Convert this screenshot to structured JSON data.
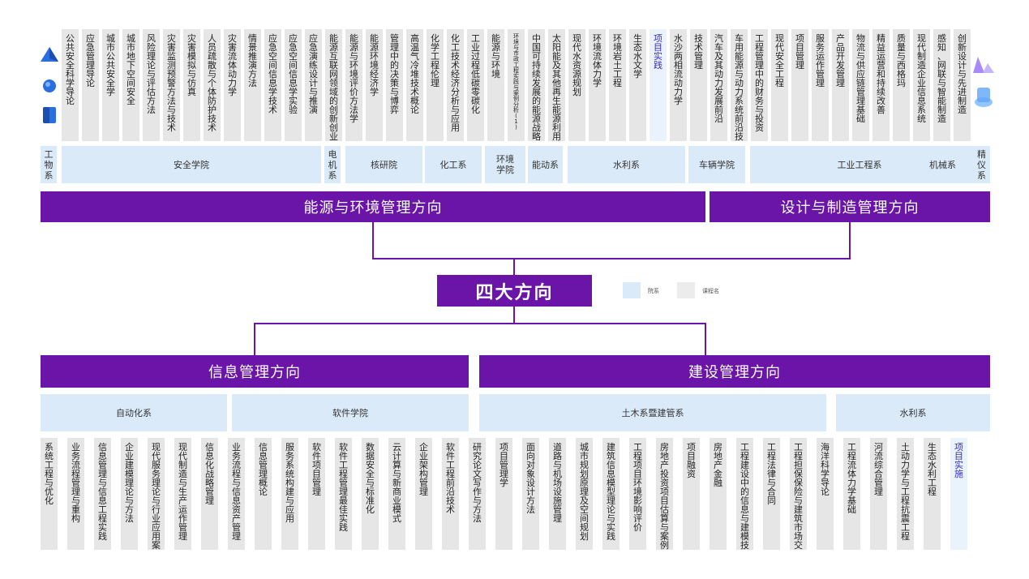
{
  "title": "四大方向",
  "legend": [
    {
      "label": "院系",
      "color": "#dbeaf8"
    },
    {
      "label": "课程名",
      "color": "#ececec"
    }
  ],
  "directions": {
    "energy": "能源与环境管理方向",
    "design": "设计与制造管理方向",
    "info": "信息管理方向",
    "construction": "建设管理方向"
  },
  "top_departments": [
    "工物系",
    "安全学院",
    "电机系",
    "核研院",
    "化工系",
    "环境学院",
    "能动系",
    "水利系",
    "车辆学院",
    "工业工程系",
    "机械系",
    "精仪系"
  ],
  "bottom_departments": [
    "自动化系",
    "软件学院",
    "土木系暨建管系",
    "水利系"
  ],
  "top_courses": [
    "公共安全科学导论",
    "应急管理导论",
    "城市公共安全学",
    "城市地下空间安全",
    "风险理论与评估方法",
    "灾害监测预警方法与技术",
    "灾害模拟与仿真",
    "人员疏散与个体防护技术",
    "灾害流体动力学",
    "情景推演方法",
    "应急空间信息学技术",
    "应急空间信息学实验",
    "应急演练设计与推演",
    "能源互联网领域的创新创业",
    "能源与环境评价方法学",
    "能源环境经济学",
    "管理中的决策与博弈",
    "高温气冷堆技术概论",
    "化学工程伦理",
    "化工技术经济分析与应用",
    "工业过程低碳零碳化",
    "能源与环境",
    "环境与市政工程实践与案例分析(1)",
    "中国可持续发展的能源战略",
    "太阳能及其他再生能源利用技术",
    "现代水资源规划",
    "环境流体力学",
    "环境岩土工程",
    "生态水文学",
    "项目实践",
    "水沙两相流动力学",
    "技术管理",
    "汽车及其动力发展前沿",
    "车用能源与动力系统前沿技术基础",
    "工程管理中的财务与投资",
    "现代安全工程",
    "项目管理",
    "服务运作管理",
    "产品开发管理",
    "物流与供应链管理基础",
    "精益运营和持续改善",
    "质量与西格玛",
    "现代制造企业信息系统",
    "感知、网联与智能制造",
    "创新设计与先进制造"
  ],
  "bottom_courses": [
    "系统工程与优化",
    "业务流程管理与重构",
    "信息管理与信息工程实践",
    "企业建模理论与方法",
    "现代服务理论与行业应用案例",
    "现代制造与生产运作管理",
    "信息化战略管理",
    "业务流程与信息资产管理",
    "信息管理概论",
    "服务系统构建与应用",
    "软件项目管理",
    "软件工程管理最佳实践",
    "数据安全与标准化",
    "云计算与新商业模式",
    "企业架构管理",
    "软件工程前沿技术",
    "研究论文写作与方法",
    "项目管理学",
    "面向对象设计方法",
    "道路与机场设施管理",
    "城市规划原理及空间规划",
    "建筑信息模型理论与实践",
    "工程项目环境影响评价",
    "房地产投资项目估算与案例分析",
    "项目融资",
    "房地产金融",
    "工程建设中的信息与建模技术",
    "工程法律与合同",
    "工程担保保险与建筑市场交易",
    "海洋科学导论",
    "工程流体力学基础",
    "河流综合管理",
    "土动力学与工程抗震工程",
    "生态水利工程",
    "项目实施"
  ],
  "highlight_courses": [
    "项目实践",
    "项目实施"
  ]
}
